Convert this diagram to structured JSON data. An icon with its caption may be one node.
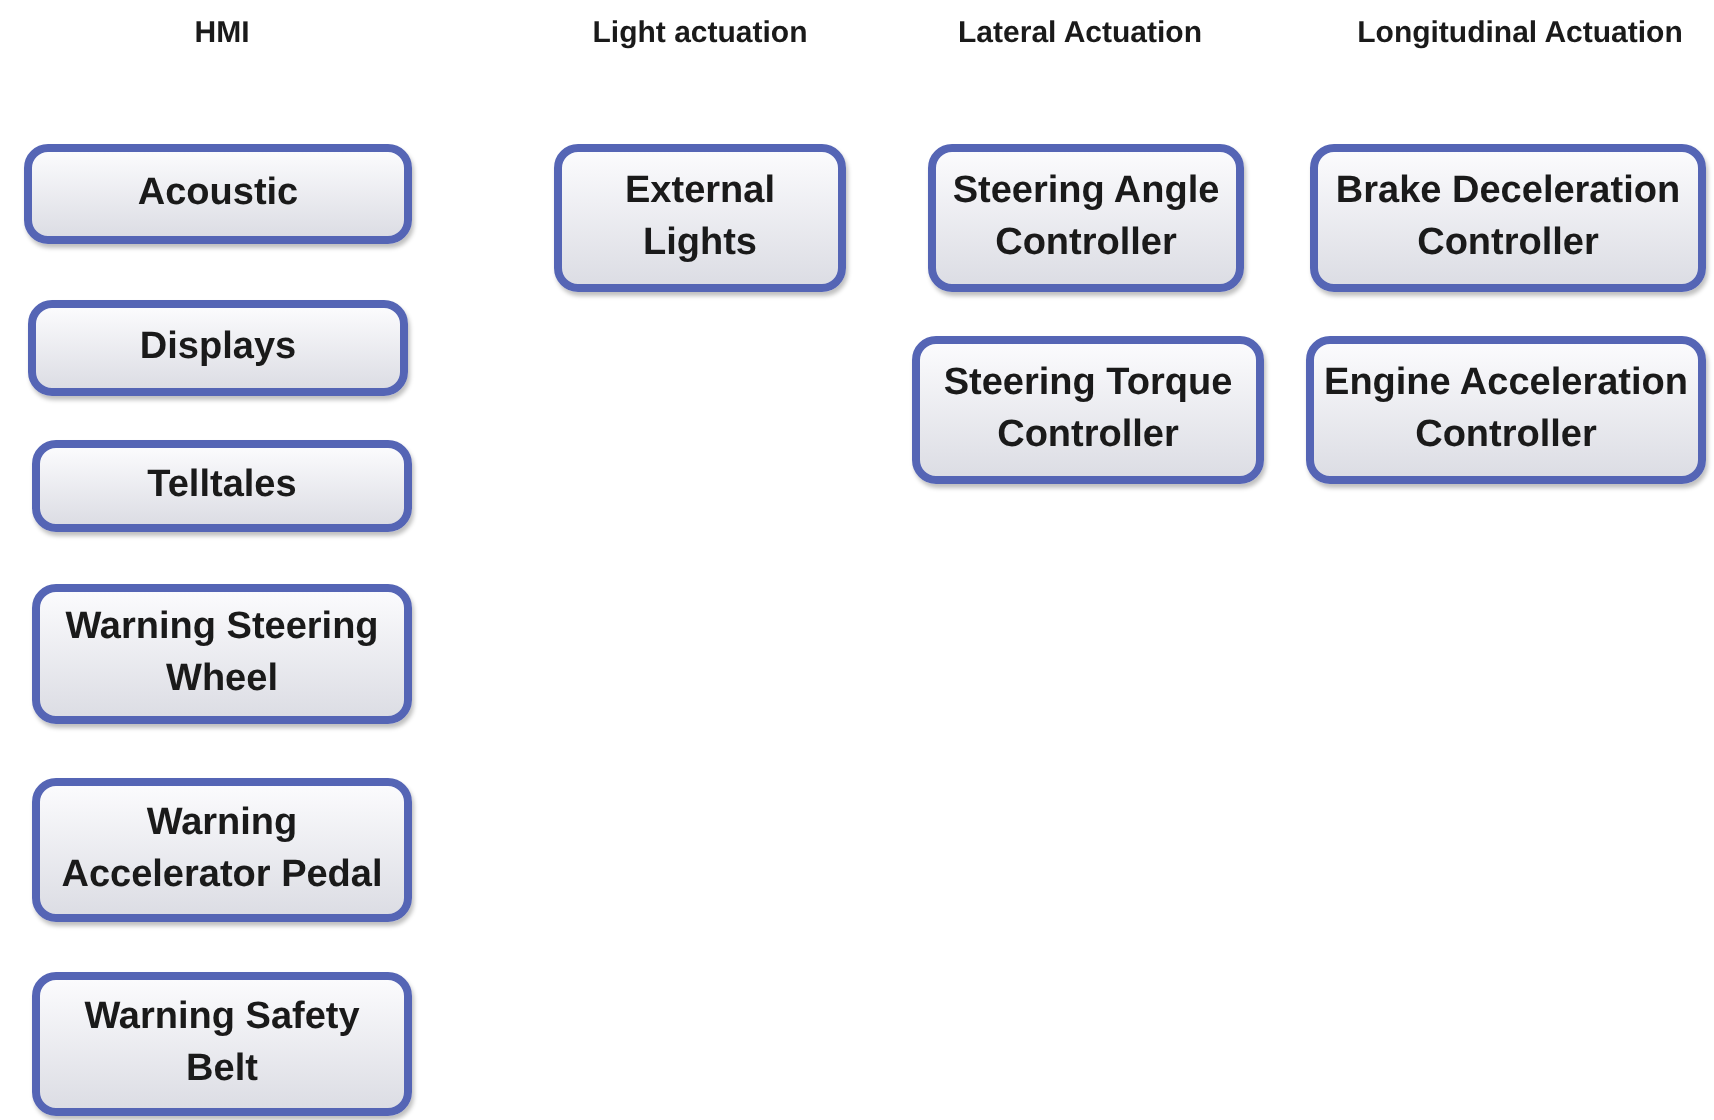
{
  "diagram": {
    "nodes": [
      {
        "text": [
          "Acoustic"
        ]
      },
      {
        "text": [
          "Displays"
        ]
      },
      {
        "text": [
          "Telltales"
        ]
      },
      {
        "text": [
          "Warning Steering Wheel"
        ]
      },
      {
        "text": [
          "Warning Accelerator Pedal"
        ]
      },
      {
        "text": [
          "Warning Safety Belt"
        ]
      },
      {
        "text": [
          "External Lights"
        ]
      },
      {
        "text": [
          "Steering Angle Controller"
        ]
      },
      {
        "text": [
          "Steering Torque Controller"
        ]
      },
      {
        "text": [
          "Brake Deceleration Controller"
        ]
      },
      {
        "text": [
          "Engine Acceleration Controller"
        ]
      }
    ],
    "labels": [
      "HMI",
      "Light actuation",
      "Lateral Actuation",
      "Longitudinal Actuation"
    ]
  }
}
